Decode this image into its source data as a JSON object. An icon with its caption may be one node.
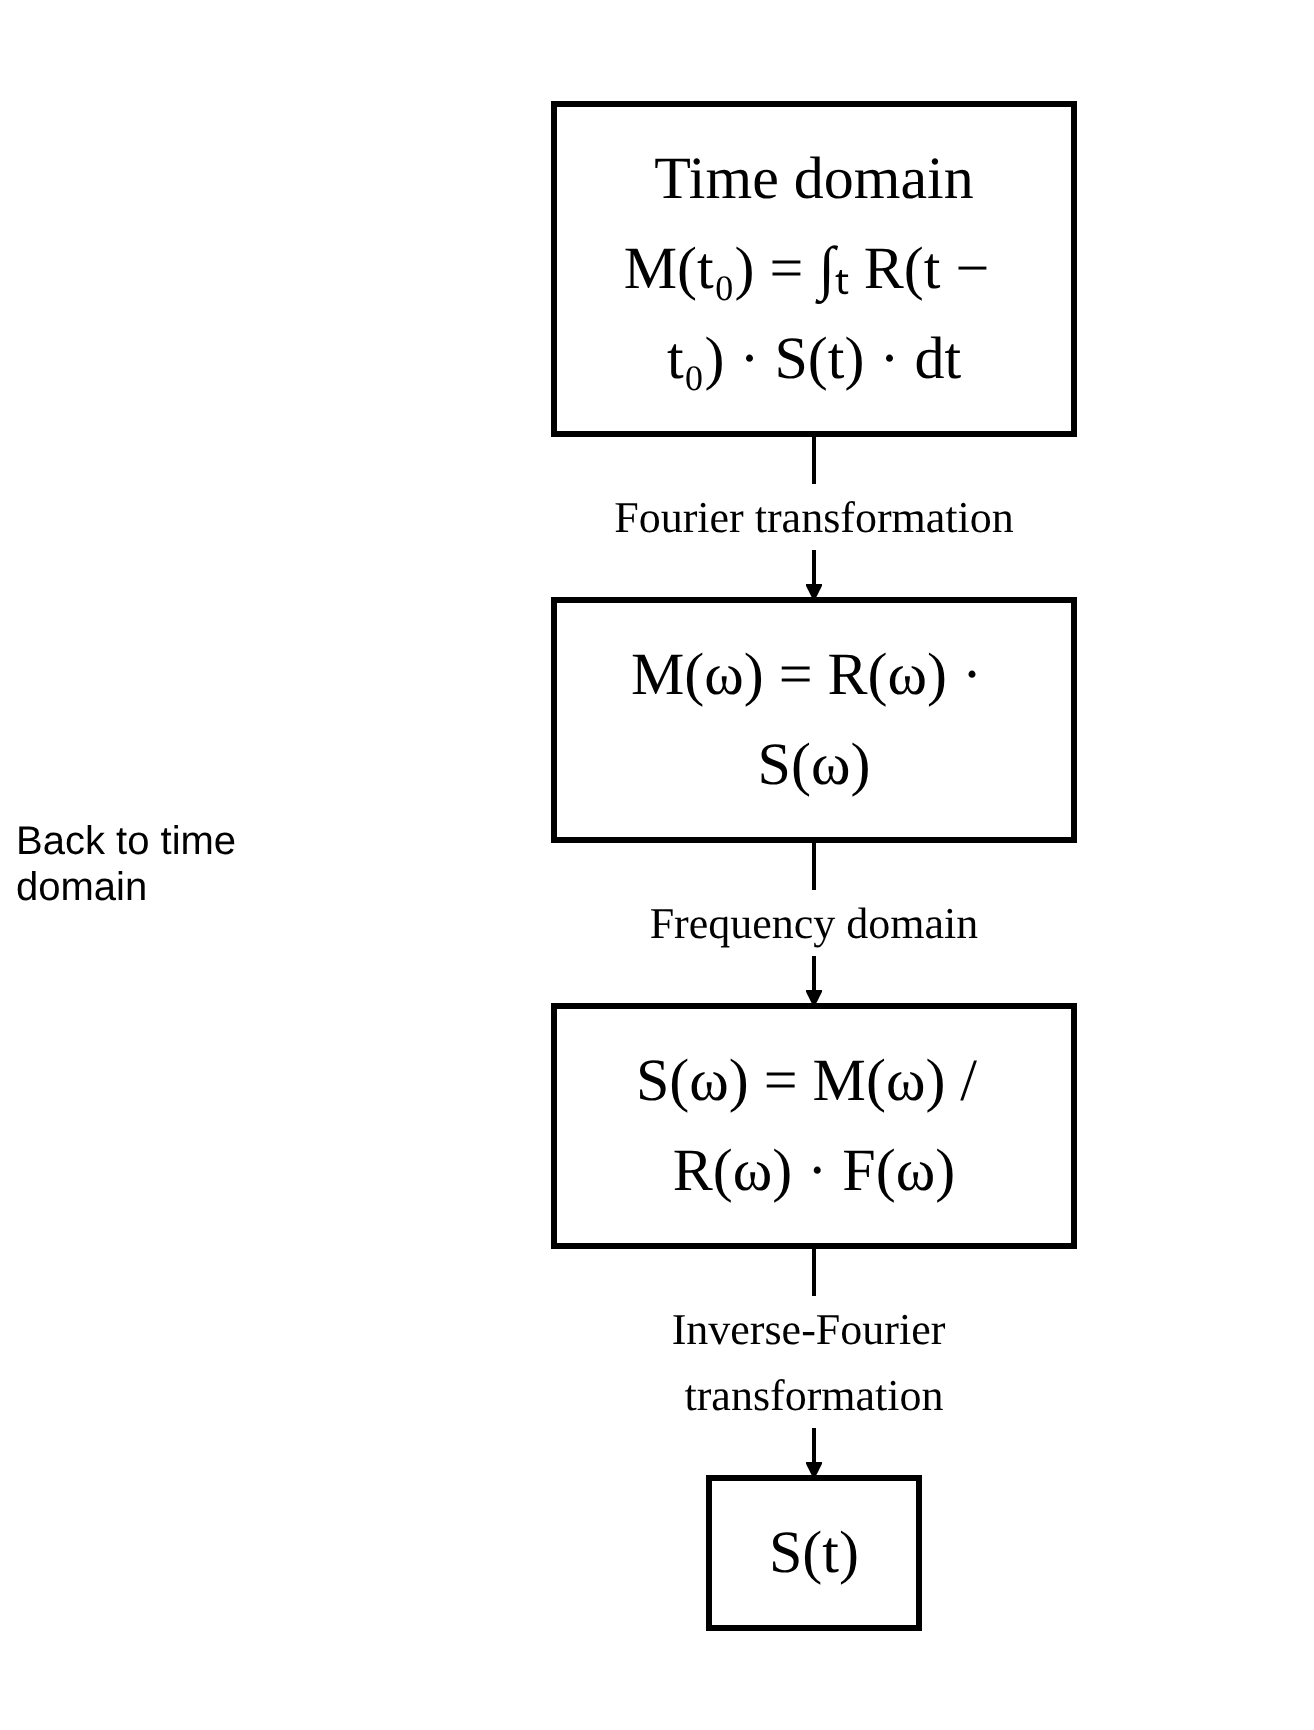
{
  "diagram": {
    "nodes": [
      {
        "text": [
          "Time domain",
          "M(t₀) = ∫ₜ R(t − t₀) · S(t) · dt"
        ]
      },
      {
        "text": [
          "M(ω) = R(ω) · S(ω)"
        ]
      },
      {
        "text": [
          "S(ω) = M(ω) / R(ω) · F(ω)"
        ]
      },
      {
        "text": [
          "S(t)"
        ]
      }
    ],
    "edges": [
      {
        "from": 0,
        "to": 1,
        "arrow": "to",
        "label": "Fourier transformation"
      },
      {
        "from": 1,
        "to": 2,
        "arrow": "to",
        "label": "Frequency domain"
      },
      {
        "from": 2,
        "to": 3,
        "arrow": "to",
        "label": "Inverse-Fourier transformation"
      }
    ],
    "labels": [
      "Back to time domain"
    ]
  }
}
